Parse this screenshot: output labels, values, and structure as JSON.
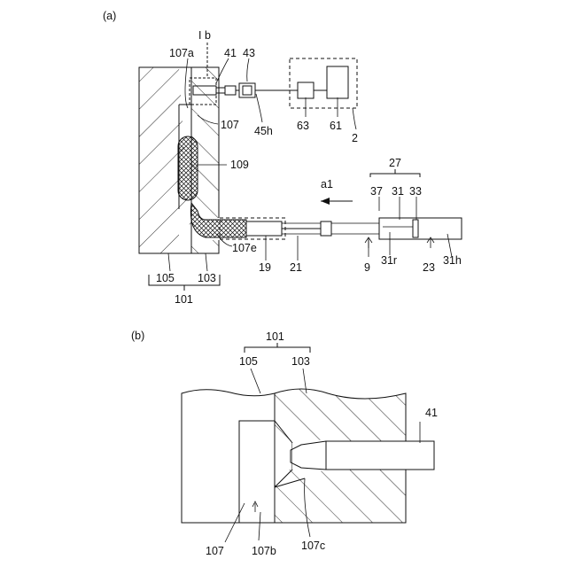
{
  "panel_a": {
    "tag": "(a)",
    "labels": {
      "Ib": "I b",
      "l107a": "107a",
      "l41": "41",
      "l43": "43",
      "l107": "107",
      "l45h": "45h",
      "l63": "63",
      "l61": "61",
      "l2": "2",
      "l109": "109",
      "l27": "27",
      "a1": "a1",
      "l37": "37",
      "l31": "31",
      "l33": "33",
      "l107e": "107e",
      "l19": "19",
      "l21": "21",
      "l9": "9",
      "l31r": "31r",
      "l23": "23",
      "l31h": "31h",
      "l105": "105",
      "l103": "103",
      "l101": "101"
    }
  },
  "panel_b": {
    "tag": "(b)",
    "labels": {
      "l101": "101",
      "l105": "105",
      "l103": "103",
      "l41": "41",
      "l107": "107",
      "l107b": "107b",
      "l107c": "107c"
    }
  }
}
